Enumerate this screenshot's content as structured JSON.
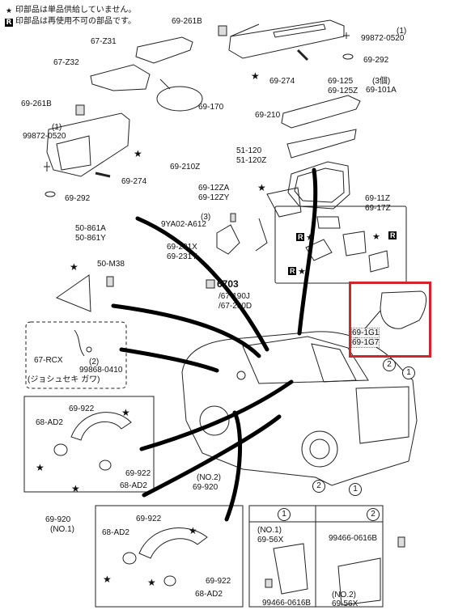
{
  "legend": [
    {
      "symbol": "★",
      "text": "印部品は単品供給していません。"
    },
    {
      "symbol": "R",
      "text": "印部品は再使用不可の部品です。"
    }
  ],
  "labels": {
    "l_69_261b_top": "69-261B",
    "l_99872_0520_top_q": "(1)",
    "l_99872_0520_top": "99872-0520",
    "l_69_292_top": "69-292",
    "l_67_z31": "67-Z31",
    "l_67_z32": "67-Z32",
    "l_69_274_top": "69-274",
    "l_69_125": "69-125",
    "l_69_125z": "69-125Z",
    "l_69_101a_q": "(3個)",
    "l_69_101a": "69-101A",
    "l_69_210": "69-210",
    "l_69_170": "69-170",
    "l_69_261b_left": "69-261B",
    "l_99872_0520_left_q": "(1)",
    "l_99872_0520_left": "99872-0520",
    "l_51_120": "51-120",
    "l_51_120z": "51-120Z",
    "l_69_210z": "69-210Z",
    "l_69_274_left": "69-274",
    "l_69_292_left": "69-292",
    "l_69_12za": "69-12ZA",
    "l_69_12zy": "69-12ZY",
    "l_69_11z": "69-11Z",
    "l_69_17z": "69-17Z",
    "l_9ya02_q": "(3)",
    "l_9ya02": "9YA02-A612",
    "l_50_861a": "50-861A",
    "l_50_861y": "50-861Y",
    "l_69_231x": "69-231X",
    "l_69_231y": "69-231Y",
    "l_50_m38": "50-M38",
    "l_6703": "6703",
    "l_67_190j": "/67-190J",
    "l_67_200d": "/67-200D",
    "l_69_1g1": "69-1G1",
    "l_69_1g7": "69-1G7",
    "l_67_rcx": "67-RCX",
    "l_99868_q": "(2)",
    "l_99868": "99868-0410",
    "l_jyoshuseki": "(ジョシュセキ ガワ)",
    "l_69_922_a": "69-922",
    "l_68_ad2_a": "68-AD2",
    "l_69_922_b": "69-922",
    "l_68_ad2_b": "68-AD2",
    "l_no2_top": "(NO.2)",
    "l_69_920_top": "69-920",
    "l_69_920_bot": "69-920",
    "l_no1_bot": "(NO.1)",
    "l_69_922_c": "69-922",
    "l_68_ad2_c": "68-AD2",
    "l_69_922_d": "69-922",
    "l_68_ad2_d": "68-AD2",
    "l_no1_box": "(NO.1)",
    "l_69_56x_a": "69-56X",
    "l_99466_a": "99466-0616B",
    "l_99466_b": "99466-0616B",
    "l_no2_box": "(NO.2)",
    "l_69_56x_b": "69-56X"
  },
  "circle_refs": {
    "c1_car_a": "1",
    "c2_car_a": "2",
    "c2_car_b": "2",
    "c1_car_b": "1",
    "c1_box": "1",
    "c2_box": "2"
  },
  "highlight": {
    "color": "#d0262b"
  }
}
